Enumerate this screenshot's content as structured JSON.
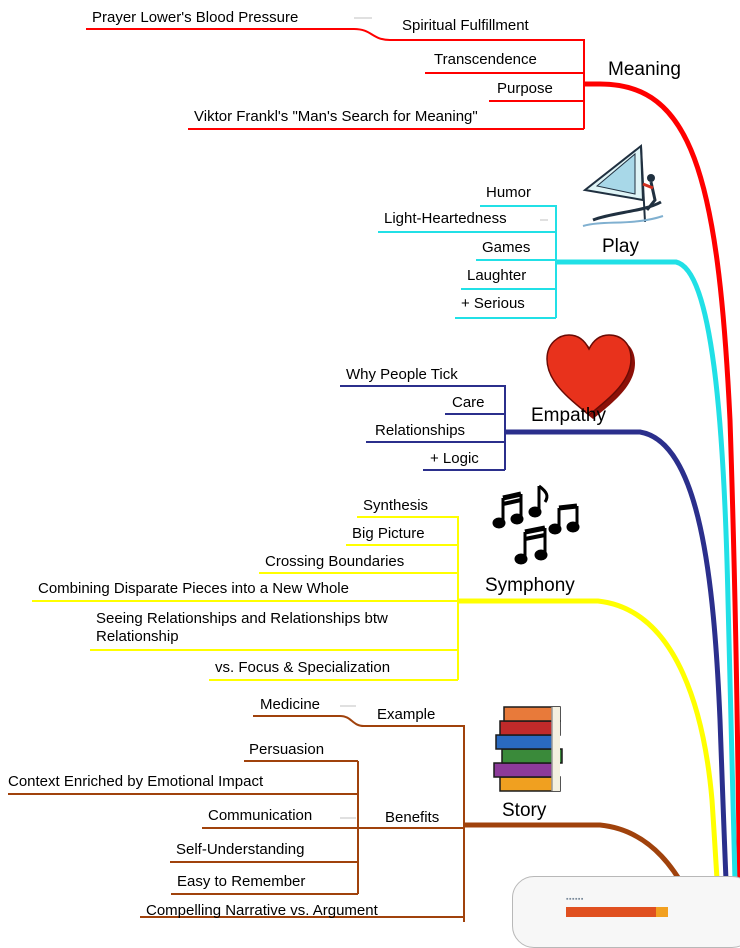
{
  "colors": {
    "meaning": "#ff0000",
    "play": "#21e0e6",
    "empathy": "#2b2f8c",
    "symphony": "#ffff00",
    "story": "#a0420c"
  },
  "branches": {
    "meaning": {
      "title": "Meaning",
      "items": [
        "Prayer Lower's Blood Pressure",
        "Spiritual Fulfillment",
        "Transcendence",
        "Purpose",
        "Viktor Frankl's \"Man's Search for Meaning\""
      ]
    },
    "play": {
      "title": "Play",
      "icon": "windsurfer-icon",
      "items": [
        "Humor",
        "Light-Heartedness",
        "Games",
        "Laughter",
        "+ Serious"
      ]
    },
    "empathy": {
      "title": "Empathy",
      "icon": "heart-icon",
      "items": [
        "Why People Tick",
        "Care",
        "Relationships",
        "+ Logic"
      ]
    },
    "symphony": {
      "title": "Symphony",
      "icon": "music-notes-icon",
      "items": [
        "Synthesis",
        "Big Picture",
        "Crossing Boundaries",
        "Combining Disparate Pieces into a New Whole",
        "Seeing Relationships and Relationships btw Relationship",
        "vs. Focus & Specialization"
      ]
    },
    "story": {
      "title": "Story",
      "icon": "books-icon",
      "example": {
        "label": "Example",
        "items": [
          "Medicine"
        ]
      },
      "benefits": {
        "label": "Benefits",
        "items": [
          "Persuasion",
          "Context Enriched by Emotional Impact",
          "Communication",
          "Self-Understanding",
          "Easy to Remember",
          "Compelling Narrative vs. Argument"
        ]
      }
    }
  }
}
